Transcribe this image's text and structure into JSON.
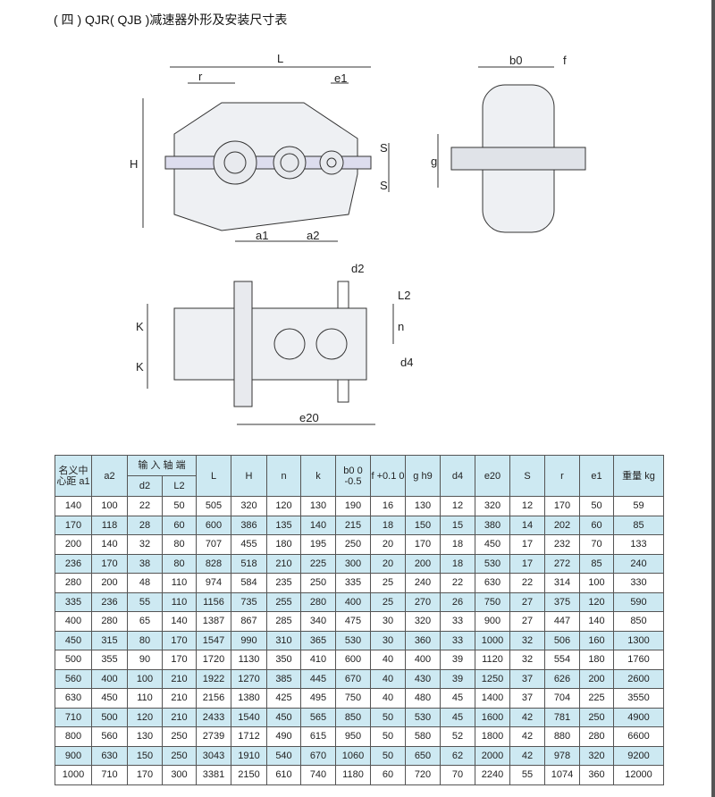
{
  "title": "( 四 ) QJR( QJB )减速器外形及安装尺寸表",
  "drawing_labels": {
    "L": "L",
    "r": "r",
    "e1": "e1",
    "H": "H",
    "S1": "S",
    "S2": "S",
    "a1": "a1",
    "a2": "a2",
    "b0": "b0",
    "f": "f",
    "g": "g",
    "d2": "d2",
    "L2": "L2",
    "K1": "K",
    "K2": "K",
    "n": "n",
    "d4": "d4",
    "e20": "e20"
  },
  "table": {
    "headers": {
      "a1": "名义中心距 a1",
      "a2": "a2",
      "input": "输 入 轴 端",
      "d2": "d2",
      "L2": "L2",
      "L": "L",
      "H": "H",
      "n": "n",
      "k": "k",
      "b0": "b0 0 -0.5",
      "f": "f +0.1 0",
      "g": "g h9",
      "d4": "d4",
      "e20": "e20",
      "S": "S",
      "r": "r",
      "e1": "e1",
      "weight": "重量 kg"
    },
    "rows": [
      [
        "140",
        "100",
        "22",
        "50",
        "505",
        "320",
        "120",
        "130",
        "190",
        "16",
        "130",
        "12",
        "320",
        "12",
        "170",
        "50",
        "59"
      ],
      [
        "170",
        "118",
        "28",
        "60",
        "600",
        "386",
        "135",
        "140",
        "215",
        "18",
        "150",
        "15",
        "380",
        "14",
        "202",
        "60",
        "85"
      ],
      [
        "200",
        "140",
        "32",
        "80",
        "707",
        "455",
        "180",
        "195",
        "250",
        "20",
        "170",
        "18",
        "450",
        "17",
        "232",
        "70",
        "133"
      ],
      [
        "236",
        "170",
        "38",
        "80",
        "828",
        "518",
        "210",
        "225",
        "300",
        "20",
        "200",
        "18",
        "530",
        "17",
        "272",
        "85",
        "240"
      ],
      [
        "280",
        "200",
        "48",
        "110",
        "974",
        "584",
        "235",
        "250",
        "335",
        "25",
        "240",
        "22",
        "630",
        "22",
        "314",
        "100",
        "330"
      ],
      [
        "335",
        "236",
        "55",
        "110",
        "1156",
        "735",
        "255",
        "280",
        "400",
        "25",
        "270",
        "26",
        "750",
        "27",
        "375",
        "120",
        "590"
      ],
      [
        "400",
        "280",
        "65",
        "140",
        "1387",
        "867",
        "285",
        "340",
        "475",
        "30",
        "320",
        "33",
        "900",
        "27",
        "447",
        "140",
        "850"
      ],
      [
        "450",
        "315",
        "80",
        "170",
        "1547",
        "990",
        "310",
        "365",
        "530",
        "30",
        "360",
        "33",
        "1000",
        "32",
        "506",
        "160",
        "1300"
      ],
      [
        "500",
        "355",
        "90",
        "170",
        "1720",
        "1130",
        "350",
        "410",
        "600",
        "40",
        "400",
        "39",
        "1120",
        "32",
        "554",
        "180",
        "1760"
      ],
      [
        "560",
        "400",
        "100",
        "210",
        "1922",
        "1270",
        "385",
        "445",
        "670",
        "40",
        "430",
        "39",
        "1250",
        "37",
        "626",
        "200",
        "2600"
      ],
      [
        "630",
        "450",
        "110",
        "210",
        "2156",
        "1380",
        "425",
        "495",
        "750",
        "40",
        "480",
        "45",
        "1400",
        "37",
        "704",
        "225",
        "3550"
      ],
      [
        "710",
        "500",
        "120",
        "210",
        "2433",
        "1540",
        "450",
        "565",
        "850",
        "50",
        "530",
        "45",
        "1600",
        "42",
        "781",
        "250",
        "4900"
      ],
      [
        "800",
        "560",
        "130",
        "250",
        "2739",
        "1712",
        "490",
        "615",
        "950",
        "50",
        "580",
        "52",
        "1800",
        "42",
        "880",
        "280",
        "6600"
      ],
      [
        "900",
        "630",
        "150",
        "250",
        "3043",
        "1910",
        "540",
        "670",
        "1060",
        "50",
        "650",
        "62",
        "2000",
        "42",
        "978",
        "320",
        "9200"
      ],
      [
        "1000",
        "710",
        "170",
        "300",
        "3381",
        "2150",
        "610",
        "740",
        "1180",
        "60",
        "720",
        "70",
        "2240",
        "55",
        "1074",
        "360",
        "12000"
      ]
    ]
  }
}
